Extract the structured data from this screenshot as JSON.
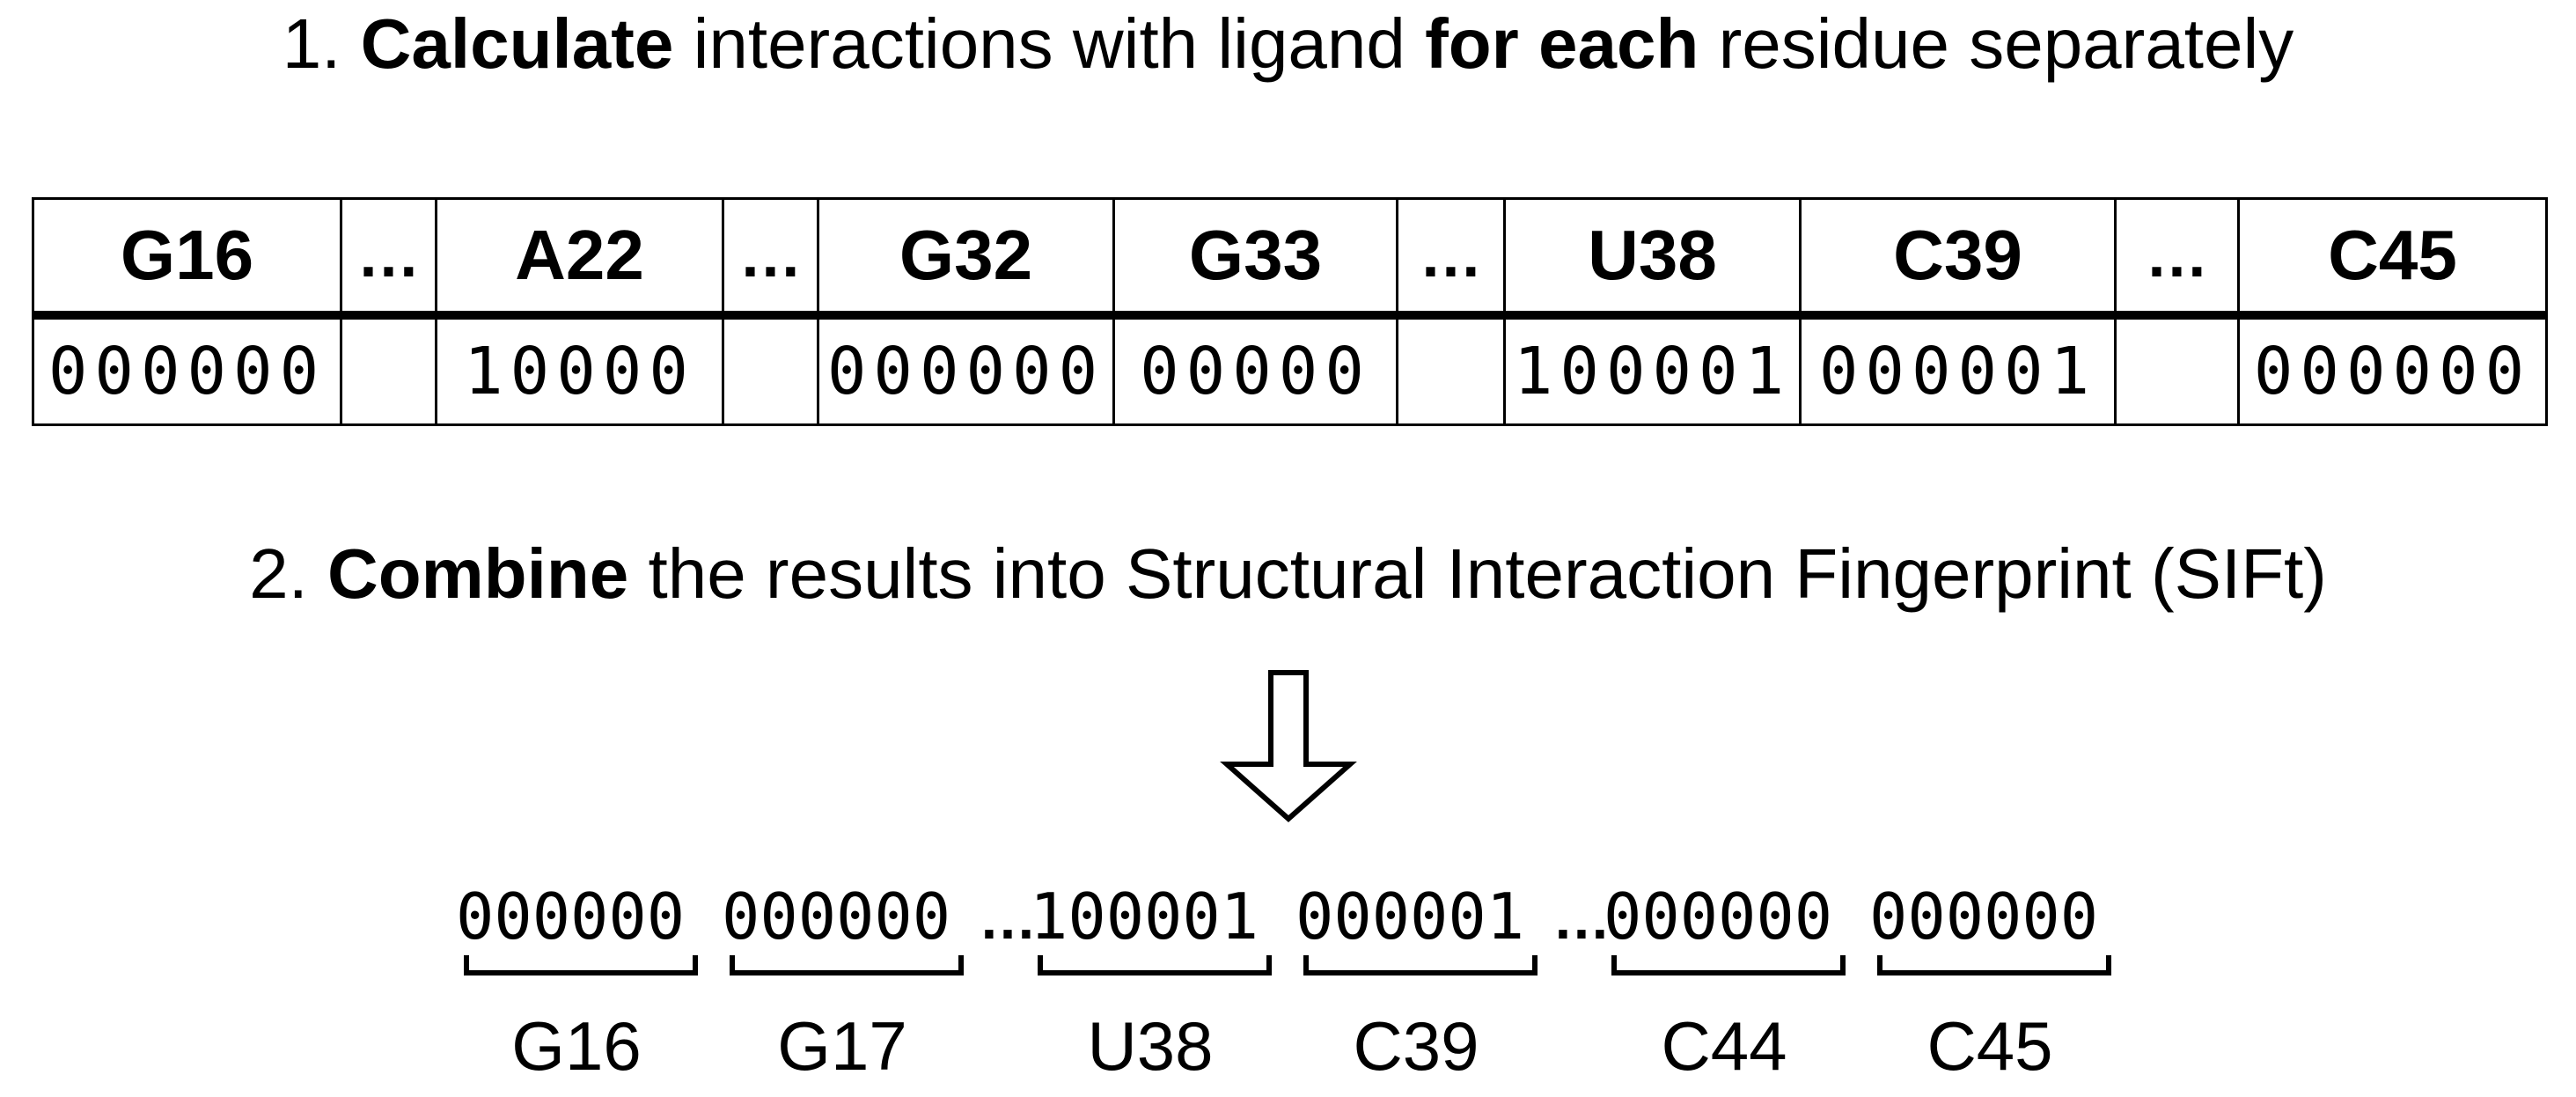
{
  "step1": {
    "number": "1.",
    "bold1": "Calculate",
    "text1": " interactions with ligand ",
    "bold2": "for each",
    "text2": " residue separately"
  },
  "step2": {
    "number": "2.",
    "bold1": "Combine",
    "text1": " the results into Structural Interaction Fingerprint (SIFt)"
  },
  "table": {
    "residues": [
      "G16",
      "…",
      "A22",
      "…",
      "G32",
      "G33",
      "…",
      "U38",
      "C39",
      "…",
      "C45"
    ],
    "bits": [
      "000000",
      "",
      "10000",
      "",
      "000000",
      "00000",
      "",
      "100001",
      "000001",
      "",
      "000000"
    ]
  },
  "arrow_icon": "down-arrow-icon",
  "fingerprint": {
    "segments": [
      "000000",
      "000000",
      "100001",
      "000001",
      "000000",
      "000000"
    ],
    "labels": [
      "G16",
      "G17",
      "U38",
      "C39",
      "C44",
      "C45"
    ],
    "ellipsis": "…"
  }
}
